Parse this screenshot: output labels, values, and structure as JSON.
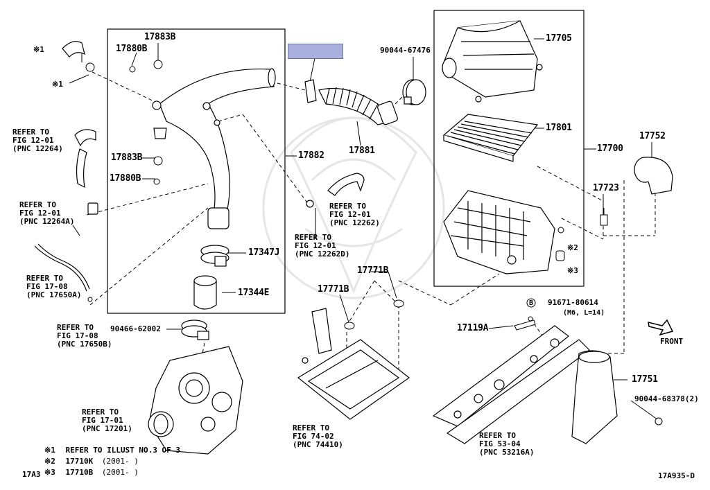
{
  "diagram": {
    "part_labels": {
      "p17883B_top": "17883B",
      "p17880B_top": "17880B",
      "p17883B_mid": "17883B",
      "p17880B_mid": "17880B",
      "p17882": "17882",
      "p17881": "17881",
      "p17347J": "17347J",
      "p17344E": "17344E",
      "p90466": "90466-62002",
      "p90044_67476": "90044-67476",
      "p17705": "17705",
      "p17801": "17801",
      "p17700": "17700",
      "p17752": "17752",
      "p17723": "17723",
      "p17771B_a": "17771B",
      "p17771B_b": "17771B",
      "p17119A": "17119A",
      "p91671": "91671-80614",
      "p91671_spec": "(M6, L=14)",
      "p17751": "17751",
      "p90044_68378": "90044-68378(2)",
      "bolt_marker": "B",
      "front": "FRONT",
      "diagram_code": "17A935-D",
      "page_code": "17A3"
    },
    "marks": {
      "m1_a": "※1",
      "m1_b": "※1",
      "m2": "※2",
      "m3": "※3"
    },
    "refs": {
      "r12264": [
        "REFER TO",
        "FIG 12-01",
        "(PNC 12264)"
      ],
      "r12264A": [
        "REFER TO",
        "FIG 12-01",
        "(PNC 12264A)"
      ],
      "r17650A": [
        "REFER TO",
        "FIG 17-08",
        "(PNC 17650A)"
      ],
      "r17650B": [
        "REFER TO",
        "FIG 17-08",
        "(PNC 17650B)"
      ],
      "r17201": [
        "REFER TO",
        "FIG 17-01",
        "(PNC 17201)"
      ],
      "r12262": [
        "REFER TO",
        "FIG 12-01",
        "(PNC 12262)"
      ],
      "r12262D": [
        "REFER TO",
        "FIG 12-01",
        "(PNC 12262D)"
      ],
      "r74410": [
        "REFER TO",
        "FIG 74-02",
        "(PNC 74410)"
      ],
      "r53216A": [
        "REFER TO",
        "FIG 53-04",
        "(PNC 53216A)"
      ]
    },
    "legend": [
      {
        "mark": "※1",
        "text": "REFER TO ILLUST NO.3 OF 3",
        "range": ""
      },
      {
        "mark": "※2",
        "text": "17710K",
        "range": "(2001-     )"
      },
      {
        "mark": "※3",
        "text": "17710B",
        "range": "(2001-     )"
      }
    ],
    "colors": {
      "line": "#000000",
      "highlight": "#aab0dd",
      "watermark": "#e6e6e6"
    }
  }
}
